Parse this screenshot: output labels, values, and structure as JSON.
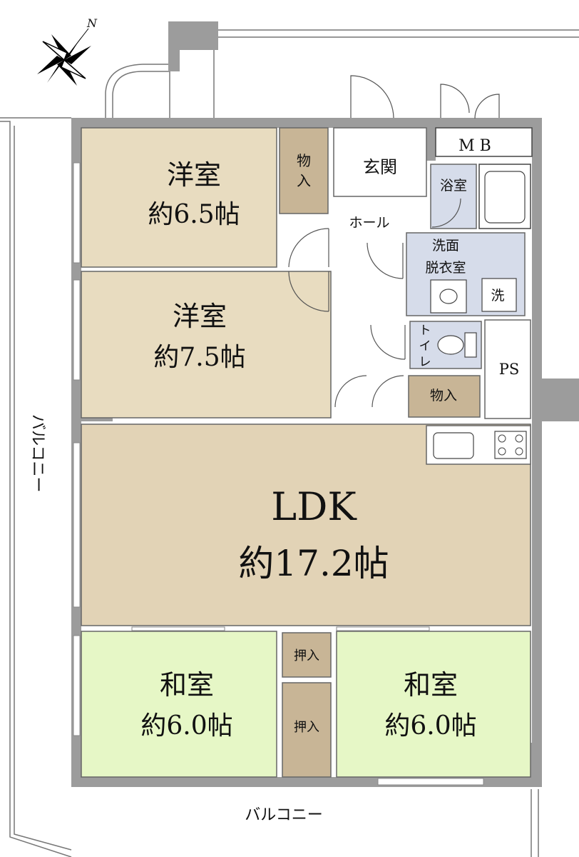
{
  "compass": {
    "north": "N"
  },
  "balcony_left": "バルコニー",
  "balcony_bottom": "バルコニー",
  "rooms": {
    "western1": {
      "name": "洋室",
      "size": "約6.5帖"
    },
    "storage1": {
      "line1": "物",
      "line2": "入"
    },
    "entrance": {
      "name": "玄関"
    },
    "mb": {
      "label": "M B"
    },
    "bath": {
      "name": "浴室"
    },
    "hall": {
      "name": "ホール"
    },
    "washroom": {
      "line1": "洗面",
      "line2": "脱衣室"
    },
    "wash_mark": "洗",
    "western2": {
      "name": "洋室",
      "size": "約7.5帖"
    },
    "toilet": {
      "line1": "ト",
      "line2": "イ",
      "line3": "レ"
    },
    "ps": {
      "name": "PS"
    },
    "storage2": {
      "name": "物入"
    },
    "ldk": {
      "name": "LDK",
      "size": "約17.2帖"
    },
    "oshiire1": {
      "name": "押入"
    },
    "oshiire2": {
      "name": "押入"
    },
    "japanese1": {
      "name": "和室",
      "size": "約6.0帖"
    },
    "japanese2": {
      "name": "和室",
      "size": "約6.0帖"
    }
  },
  "colors": {
    "western": "#e8dcc0",
    "ldk": "#e2d3b6",
    "japanese": "#e6f7c6",
    "storage": "#c8b596",
    "wet": "#d6dcea",
    "wall": "#9c9c9c"
  }
}
